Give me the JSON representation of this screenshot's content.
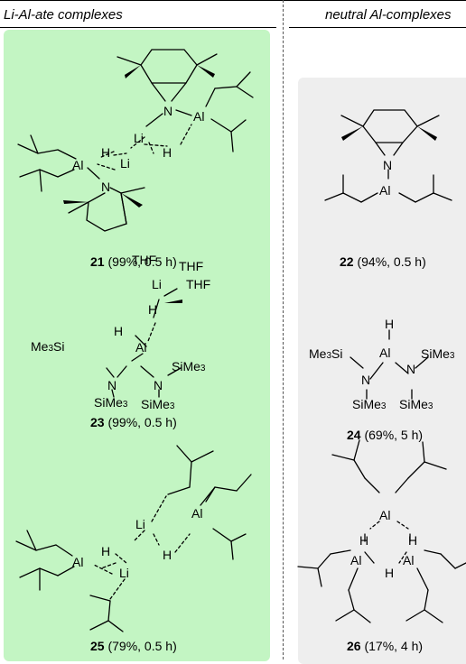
{
  "headers": {
    "left": "Li-Al-ate complexes",
    "right": "neutral Al-complexes"
  },
  "atoms": {
    "li": "Li",
    "al": "Al",
    "h": "H",
    "n": "N",
    "thf": "THF",
    "si": "Si",
    "me3": "Me",
    "three": "3"
  },
  "compounds": [
    {
      "id": "21",
      "detail": "(99%, 0.5 h)"
    },
    {
      "id": "22",
      "detail": "(94%, 0.5 h)"
    },
    {
      "id": "23",
      "detail": "(99%, 0.5 h)"
    },
    {
      "id": "24",
      "detail": "(69%, 5 h)"
    },
    {
      "id": "25",
      "detail": "(79%, 0.5 h)"
    },
    {
      "id": "26",
      "detail": "(17%, 4 h)"
    }
  ],
  "colors": {
    "ate_panel": "#c3f5c3",
    "neutral_panel": "#eeeeee"
  }
}
